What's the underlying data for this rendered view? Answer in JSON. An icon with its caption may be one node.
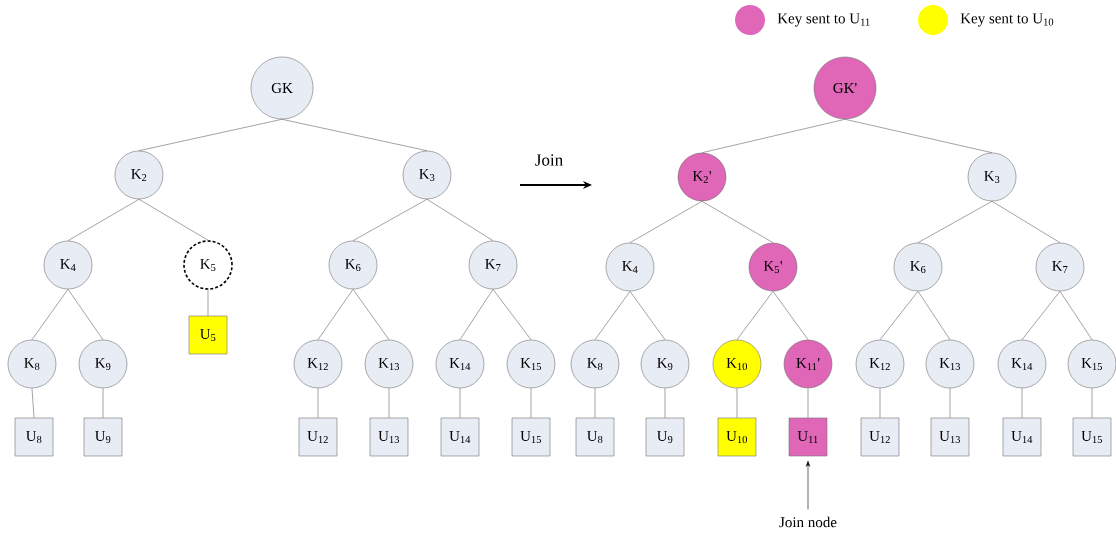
{
  "diagram": {
    "nodes": [
      {
        "text": [
          "GK"
        ]
      },
      {
        "text": [
          "K$_{2}$"
        ]
      },
      {
        "text": [
          "K$_{3}$"
        ]
      },
      {
        "text": [
          "K$_{4}$"
        ]
      },
      {
        "text": [
          "K$_{5}$"
        ]
      },
      {
        "text": [
          "K$_{6}$"
        ]
      },
      {
        "text": [
          "K$_{7}$"
        ]
      },
      {
        "text": [
          "K$_{8}$"
        ]
      },
      {
        "text": [
          "K$_{9}$"
        ]
      },
      {
        "text": [
          "U$_{5}$"
        ]
      },
      {
        "text": [
          "K$_{12}$"
        ]
      },
      {
        "text": [
          "K$_{13}$"
        ]
      },
      {
        "text": [
          "K$_{14}$"
        ]
      },
      {
        "text": [
          "K$_{15}$"
        ]
      },
      {
        "text": [
          "U$_{8}$"
        ]
      },
      {
        "text": [
          "U$_{9}$"
        ]
      },
      {
        "text": [
          "U$_{12}$"
        ]
      },
      {
        "text": [
          "U$_{13}$"
        ]
      },
      {
        "text": [
          "U$_{14}$"
        ]
      },
      {
        "text": [
          "U$_{15}$"
        ]
      },
      {
        "text": [
          "GK'"
        ]
      },
      {
        "text": [
          "K$_{2}$'"
        ]
      },
      {
        "text": [
          "K$_{3}$"
        ]
      },
      {
        "text": [
          "K$_{4}$"
        ]
      },
      {
        "text": [
          "K$_{5}$'"
        ]
      },
      {
        "text": [
          "K$_{6}$"
        ]
      },
      {
        "text": [
          "K$_{7}$"
        ]
      },
      {
        "text": [
          "K$_{8}$"
        ]
      },
      {
        "text": [
          "K$_{9}$"
        ]
      },
      {
        "text": [
          "K$_{10}$"
        ]
      },
      {
        "text": [
          "K$_{11}$'"
        ]
      },
      {
        "text": [
          "K$_{12}$"
        ]
      },
      {
        "text": [
          "K$_{13}$"
        ]
      },
      {
        "text": [
          "K$_{14}$"
        ]
      },
      {
        "text": [
          "K$_{15}$"
        ]
      },
      {
        "text": [
          "U$_{8}$"
        ]
      },
      {
        "text": [
          "U$_{9}$"
        ]
      },
      {
        "text": [
          "U$_{10}$"
        ]
      },
      {
        "text": [
          "U$_{11}$"
        ]
      },
      {
        "text": [
          "U$_{12}$"
        ]
      },
      {
        "text": [
          "U$_{13}$"
        ]
      },
      {
        "text": [
          "U$_{14}$"
        ]
      },
      {
        "text": [
          "U$_{15}$"
        ]
      },
      {
        "text": [
          "Join node"
        ]
      }
    ],
    "edges": [
      {
        "from": 0,
        "to": 1,
        "arrow": "none"
      },
      {
        "from": 0,
        "to": 2,
        "arrow": "none"
      },
      {
        "from": 1,
        "to": 3,
        "arrow": "none"
      },
      {
        "from": 1,
        "to": 4,
        "arrow": "none"
      },
      {
        "from": 2,
        "to": 5,
        "arrow": "none"
      },
      {
        "from": 2,
        "to": 6,
        "arrow": "none"
      },
      {
        "from": 3,
        "to": 7,
        "arrow": "none"
      },
      {
        "from": 3,
        "to": 8,
        "arrow": "none"
      },
      {
        "from": 4,
        "to": 9,
        "arrow": "none"
      },
      {
        "from": 5,
        "to": 10,
        "arrow": "none"
      },
      {
        "from": 5,
        "to": 11,
        "arrow": "none"
      },
      {
        "from": 6,
        "to": 12,
        "arrow": "none"
      },
      {
        "from": 6,
        "to": 13,
        "arrow": "none"
      },
      {
        "from": 7,
        "to": 14,
        "arrow": "none"
      },
      {
        "from": 8,
        "to": 15,
        "arrow": "none"
      },
      {
        "from": 10,
        "to": 16,
        "arrow": "none"
      },
      {
        "from": 11,
        "to": 17,
        "arrow": "none"
      },
      {
        "from": 12,
        "to": 18,
        "arrow": "none"
      },
      {
        "from": 13,
        "to": 19,
        "arrow": "none"
      },
      {
        "from": 20,
        "to": 21,
        "arrow": "none"
      },
      {
        "from": 20,
        "to": 22,
        "arrow": "none"
      },
      {
        "from": 21,
        "to": 23,
        "arrow": "none"
      },
      {
        "from": 21,
        "to": 24,
        "arrow": "none"
      },
      {
        "from": 22,
        "to": 25,
        "arrow": "none"
      },
      {
        "from": 22,
        "to": 26,
        "arrow": "none"
      },
      {
        "from": 23,
        "to": 27,
        "arrow": "none"
      },
      {
        "from": 23,
        "to": 28,
        "arrow": "none"
      },
      {
        "from": 24,
        "to": 29,
        "arrow": "none"
      },
      {
        "from": 24,
        "to": 30,
        "arrow": "none"
      },
      {
        "from": 25,
        "to": 31,
        "arrow": "none"
      },
      {
        "from": 25,
        "to": 32,
        "arrow": "none"
      },
      {
        "from": 26,
        "to": 33,
        "arrow": "none"
      },
      {
        "from": 26,
        "to": 34,
        "arrow": "none"
      },
      {
        "from": 27,
        "to": 35,
        "arrow": "none"
      },
      {
        "from": 28,
        "to": 36,
        "arrow": "none"
      },
      {
        "from": 29,
        "to": 37,
        "arrow": "none"
      },
      {
        "from": 30,
        "to": 38,
        "arrow": "none"
      },
      {
        "from": 31,
        "to": 39,
        "arrow": "none"
      },
      {
        "from": 32,
        "to": 40,
        "arrow": "none"
      },
      {
        "from": 33,
        "to": 41,
        "arrow": "none"
      },
      {
        "from": 34,
        "to": 42,
        "arrow": "none"
      },
      {
        "from": 43,
        "to": 38,
        "arrow": "to",
        "color": "#000000"
      }
    ],
    "labels": [
      "Join"
    ],
    "legend": [
      {
        "text": "Key sent to U$_{11}$",
        "color": "#e066b8"
      },
      {
        "text": "Key sent to U$_{10}$",
        "color": "#ffff00"
      }
    ]
  }
}
